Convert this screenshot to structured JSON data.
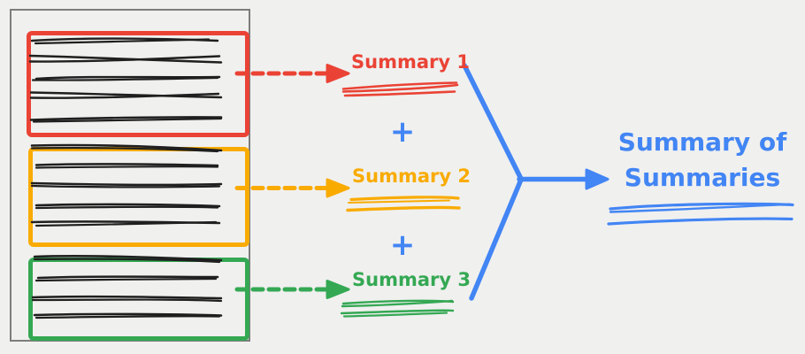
{
  "colors": {
    "red": "#EA4335",
    "orange": "#F9AB00",
    "green": "#34A853",
    "blue": "#4285F4",
    "ink": "#1F1F1F",
    "gray": "#7D7D7D",
    "bg": "#F0F0EF"
  },
  "source_document": {
    "sections": [
      {
        "name": "section-1",
        "color": "red",
        "text_lines": 5
      },
      {
        "name": "section-2",
        "color": "orange",
        "text_lines": 5
      },
      {
        "name": "section-3",
        "color": "green",
        "text_lines": 4
      }
    ]
  },
  "summaries": [
    {
      "label": "Summary 1",
      "color": "red"
    },
    {
      "label": "Summary 2",
      "color": "orange"
    },
    {
      "label": "Summary 3",
      "color": "green"
    }
  ],
  "operators": {
    "plus": "+"
  },
  "result": {
    "label": "Summary of Summaries",
    "color": "blue"
  }
}
